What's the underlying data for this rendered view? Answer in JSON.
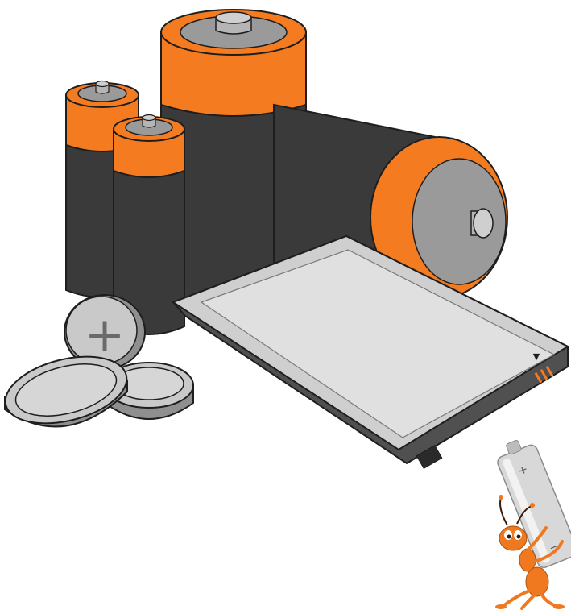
{
  "scene": {
    "subject": "batteries-illustration",
    "items": [
      {
        "name": "aa-battery-back",
        "terminal_mark": ""
      },
      {
        "name": "aa-battery-front",
        "terminal_mark": ""
      },
      {
        "name": "c-battery-upright",
        "terminal_mark": ""
      },
      {
        "name": "d-battery-lying",
        "terminal_mark": ""
      },
      {
        "name": "coin-cell-upright",
        "terminal_mark": "+"
      },
      {
        "name": "coin-cell-flat-left",
        "terminal_mark": ""
      },
      {
        "name": "coin-cell-flat-right",
        "terminal_mark": ""
      },
      {
        "name": "phone-battery-pack",
        "terminal_mark": "▼"
      }
    ],
    "mascot": {
      "name": "ant-carrying-battery",
      "battery_plus_mark": "+",
      "battery_minus_mark": "−"
    }
  },
  "colors": {
    "battery_orange": "#f47b20",
    "battery_body_dark": "#3a3a3a",
    "outline": "#1e1e1e",
    "cap_gray": "#a8a8a8",
    "cell_silver": "#c9c9c9",
    "pack_face": "#d9d9d9",
    "pack_edge": "#505050",
    "ant_orange": "#f0781e",
    "mascot_battery_silver": "#d8d8d8"
  }
}
